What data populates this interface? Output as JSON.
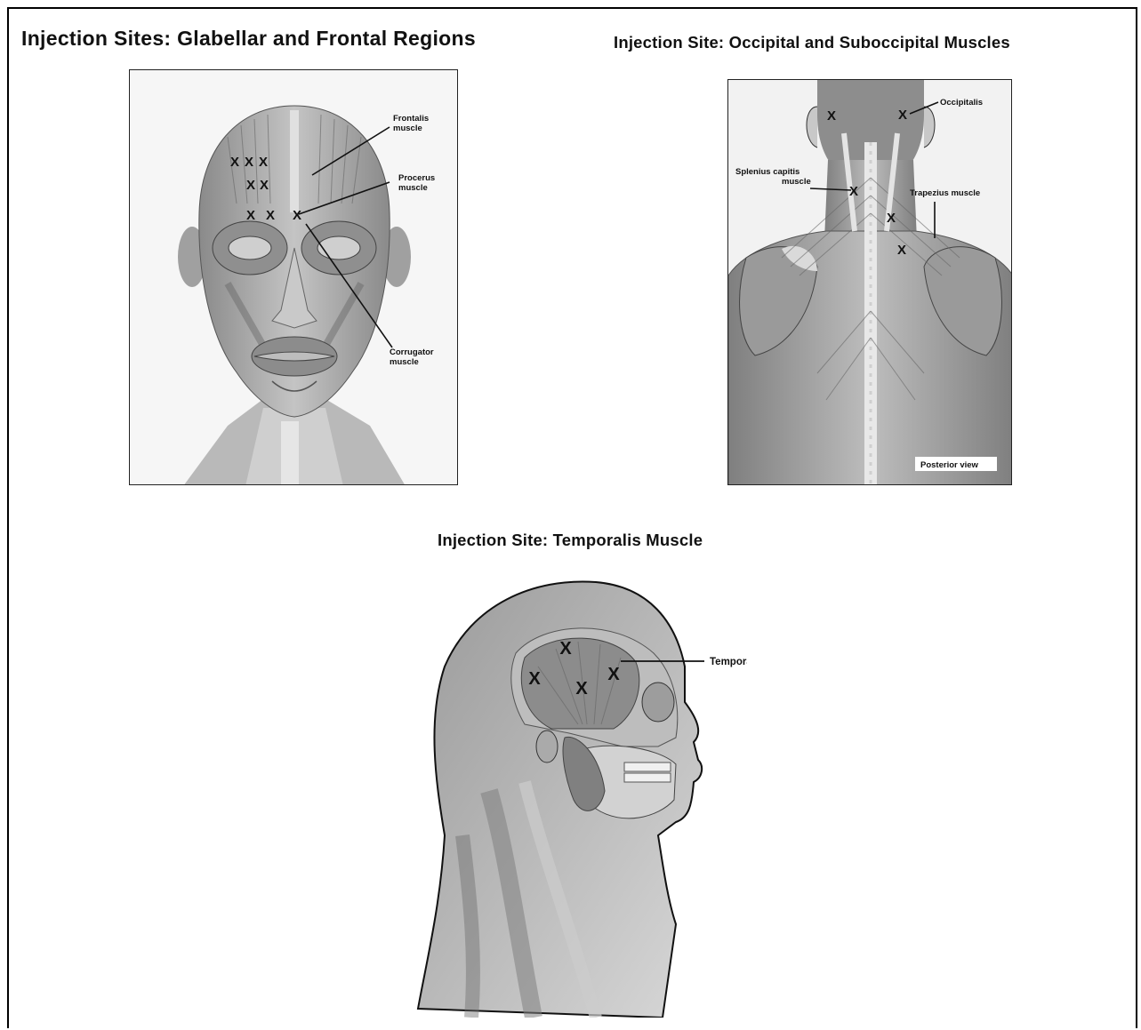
{
  "titles": {
    "glabellar_frontal": "Injection Sites: Glabellar and Frontal Regions",
    "occipital": "Injection Site: Occipital and Suboccipital Muscles",
    "temporalis": "Injection Site: Temporalis Muscle"
  },
  "face_panel": {
    "labels": {
      "frontalis": [
        "Frontalis",
        "muscle"
      ],
      "procerus": [
        "Procerus",
        "muscle"
      ],
      "corrugator": [
        "Corrugator",
        "muscle"
      ]
    },
    "injection_marker": "X"
  },
  "back_panel": {
    "labels": {
      "occipitalis": "Occipitalis",
      "splenius": [
        "Splenius capitis",
        "muscle"
      ],
      "trapezius": "Trapezius muscle",
      "view": "Posterior view"
    },
    "injection_marker": "X"
  },
  "side_panel": {
    "labels": {
      "temporalis": "Temporalis"
    },
    "injection_marker": "X"
  },
  "colors": {
    "line": "#111111",
    "muscle_dark": "#7a7a7a",
    "muscle_mid": "#a8a8a8",
    "muscle_light": "#d6d6d6",
    "background": "#ffffff"
  }
}
